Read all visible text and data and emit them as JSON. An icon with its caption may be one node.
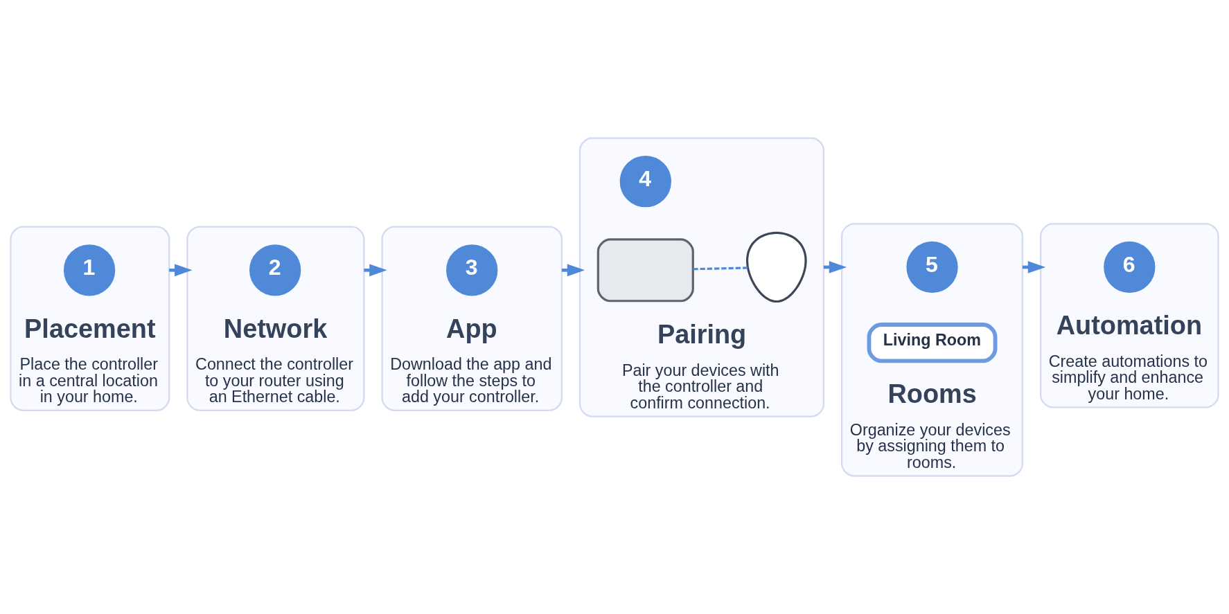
{
  "diagram": {
    "nodes": [
      {
        "text": [
          "Placement",
          "Place the controller in a central location in your home."
        ]
      },
      {
        "text": [
          "1"
        ],
        "in": 0
      },
      {
        "text": [
          "Network",
          "Connect the controller to your router using an Ethernet cable."
        ]
      },
      {
        "text": [
          "2"
        ],
        "in": 2
      },
      {
        "text": [
          "App",
          "Download the app and follow the steps to add your controller."
        ]
      },
      {
        "text": [
          "3"
        ],
        "in": 4
      },
      {
        "text": [
          "Pairing",
          "Pair your devices with the controller and confirm connection."
        ]
      },
      {
        "text": [
          "4"
        ],
        "in": 6
      },
      {
        "text": [],
        "shape": "box",
        "in": 6
      },
      {
        "text": [],
        "shape": "picture",
        "in": 6
      },
      {
        "text": [
          "Rooms",
          "Organize your devices by assigning them to rooms."
        ]
      },
      {
        "text": [
          "5"
        ],
        "in": 10
      },
      {
        "text": [
          "Living Room"
        ],
        "in": 10
      },
      {
        "text": [
          "Automation",
          "Create automations to simplify and enhance your home."
        ]
      },
      {
        "text": [
          "6"
        ],
        "in": 13
      }
    ],
    "edges": [
      {
        "from": 0,
        "to": 2,
        "arrow": "to"
      },
      {
        "from": 2,
        "to": 4,
        "arrow": "to"
      },
      {
        "from": 4,
        "to": 6,
        "arrow": "to"
      },
      {
        "from": 8,
        "to": 9,
        "arrow": "none",
        "style": "dashed"
      },
      {
        "from": 6,
        "to": 10,
        "arrow": "to"
      },
      {
        "from": 10,
        "to": 13,
        "arrow": "to"
      }
    ]
  }
}
